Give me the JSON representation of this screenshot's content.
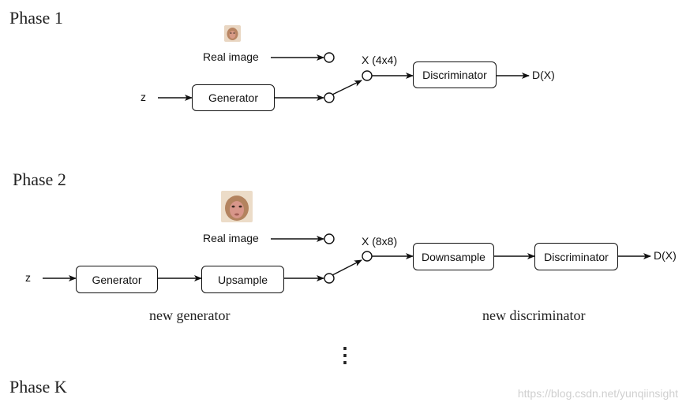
{
  "phase1": {
    "title": "Phase 1",
    "real_image_label": "Real image",
    "z_label": "z",
    "generator_label": "Generator",
    "x_label": "X (4x4)",
    "discriminator_label": "Discriminator",
    "output_label": "D(X)"
  },
  "phase2": {
    "title": "Phase 2",
    "real_image_label": "Real image",
    "z_label": "z",
    "generator_label": "Generator",
    "upsample_label": "Upsample",
    "x_label": "X (8x8)",
    "downsample_label": "Downsample",
    "discriminator_label": "Discriminator",
    "output_label": "D(X)",
    "new_generator_caption": "new generator",
    "new_discriminator_caption": "new discriminator"
  },
  "ellipsis": "⋮",
  "phaseK": {
    "title": "Phase K"
  },
  "watermark": "https://blog.csdn.net/yunqiinsight",
  "colors": {
    "line": "#111111",
    "watermark": "#cfcfcf",
    "thumb": "#c98a6a"
  }
}
